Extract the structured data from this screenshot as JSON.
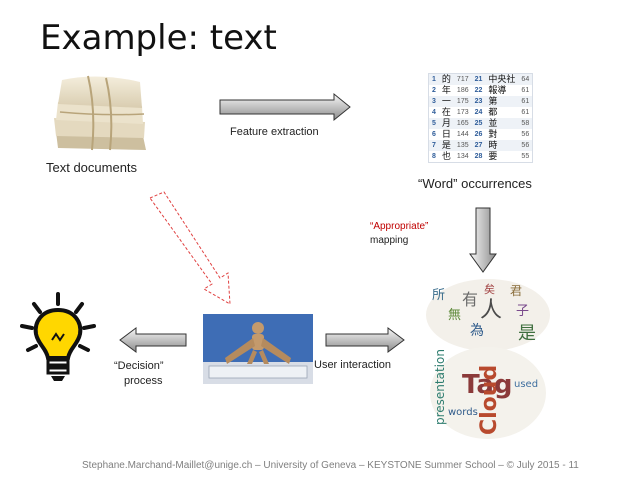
{
  "title": "Example: text",
  "nodes": {
    "documents_label": "Text documents",
    "occurrences_label": "“Word” occurrences",
    "mapping_label_1": "“Appropriate”",
    "mapping_label_2": "mapping",
    "feature_label": "Feature extraction",
    "user_label": "User interaction",
    "decision_label_1": "“Decision”",
    "decision_label_2": "process"
  },
  "word_table": {
    "left": [
      {
        "i": "1",
        "w": "的",
        "c": "717"
      },
      {
        "i": "2",
        "w": "年",
        "c": "186"
      },
      {
        "i": "3",
        "w": "一",
        "c": "175"
      },
      {
        "i": "4",
        "w": "在",
        "c": "173"
      },
      {
        "i": "5",
        "w": "月",
        "c": "165"
      },
      {
        "i": "6",
        "w": "日",
        "c": "144"
      },
      {
        "i": "7",
        "w": "是",
        "c": "135"
      },
      {
        "i": "8",
        "w": "也",
        "c": "134"
      }
    ],
    "right": [
      {
        "i": "21",
        "w": "中央社",
        "c": "64"
      },
      {
        "i": "22",
        "w": "報導",
        "c": "61"
      },
      {
        "i": "23",
        "w": "第",
        "c": "61"
      },
      {
        "i": "24",
        "w": "都",
        "c": "61"
      },
      {
        "i": "25",
        "w": "並",
        "c": "58"
      },
      {
        "i": "26",
        "w": "對",
        "c": "56"
      },
      {
        "i": "27",
        "w": "時",
        "c": "56"
      },
      {
        "i": "28",
        "w": "要",
        "c": "55"
      }
    ]
  },
  "cloud_words": [
    "是",
    "人",
    "所",
    "有",
    "無",
    "為",
    "君",
    "子",
    "矣",
    "Tag",
    "Cloud",
    "presentation",
    "used",
    "words"
  ],
  "footer": {
    "text": "Stephane.Marchand-Maillet@unige.ch – University of  Geneva – KEYSTONE Summer School – © July 2015 - ",
    "page": "11"
  },
  "colors": {
    "arrow_fill_light": "#f2f2f2",
    "arrow_fill_dark": "#9a9a9a",
    "arrow_red": "#e04040",
    "bulb_yellow": "#ffd700"
  }
}
